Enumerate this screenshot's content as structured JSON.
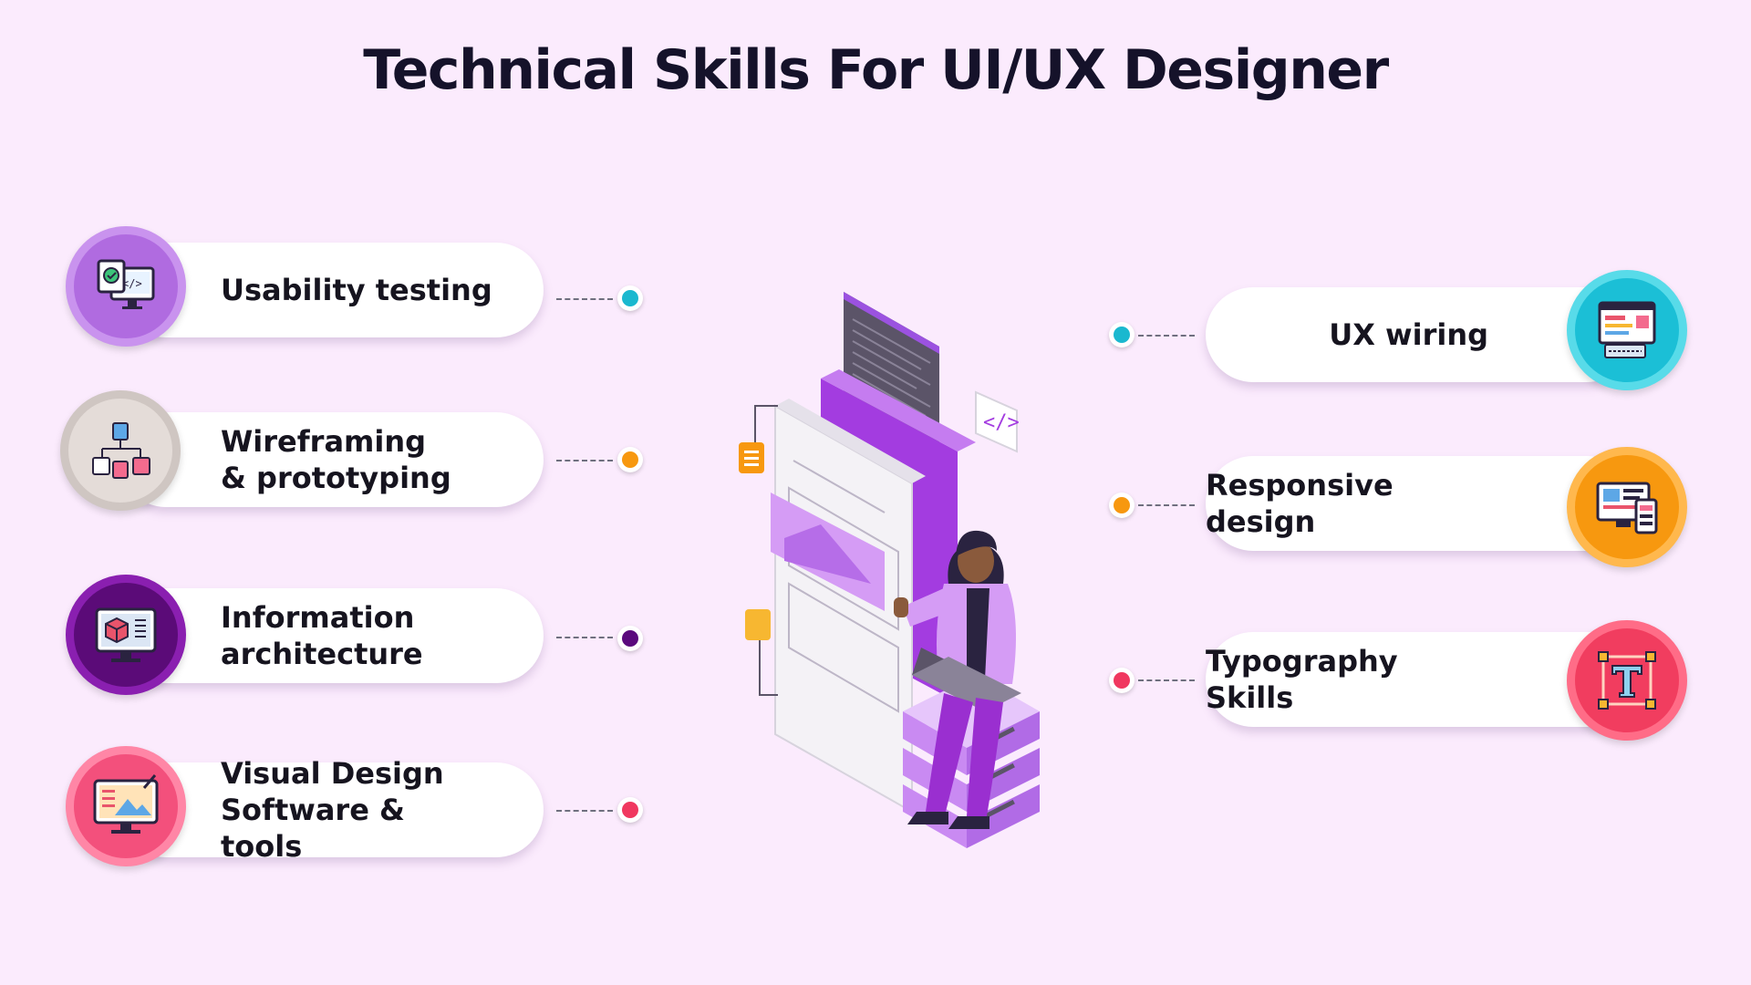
{
  "title": "Technical Skills For UI/UX Designer",
  "left_skills": [
    {
      "label": "Usability testing",
      "icon": "usability-testing-icon",
      "color": "#b06be0",
      "dot_color": "#1ab8cf"
    },
    {
      "label": "Wireframing & prototyping",
      "icon": "wireframe-icon",
      "color": "#d8cdc8",
      "dot_color": "#f7980f"
    },
    {
      "label": "Information architecture",
      "icon": "information-architecture-icon",
      "color": "#6a0f86",
      "dot_color": "#5a0a7d"
    },
    {
      "label": "Visual Design Software & tools",
      "icon": "visual-design-icon",
      "color": "#f3507c",
      "dot_color": "#f0385f"
    }
  ],
  "right_skills": [
    {
      "label": "UX wiring",
      "icon": "ux-wiring-icon",
      "color": "#1bbfd6",
      "dot_color": "#1ab8cf"
    },
    {
      "label": "Responsive design",
      "icon": "responsive-design-icon",
      "color": "#f7980f",
      "dot_color": "#f7980f"
    },
    {
      "label": "Typography Skills",
      "icon": "typography-icon",
      "color": "#f13d5f",
      "dot_color": "#f0385f"
    }
  ]
}
